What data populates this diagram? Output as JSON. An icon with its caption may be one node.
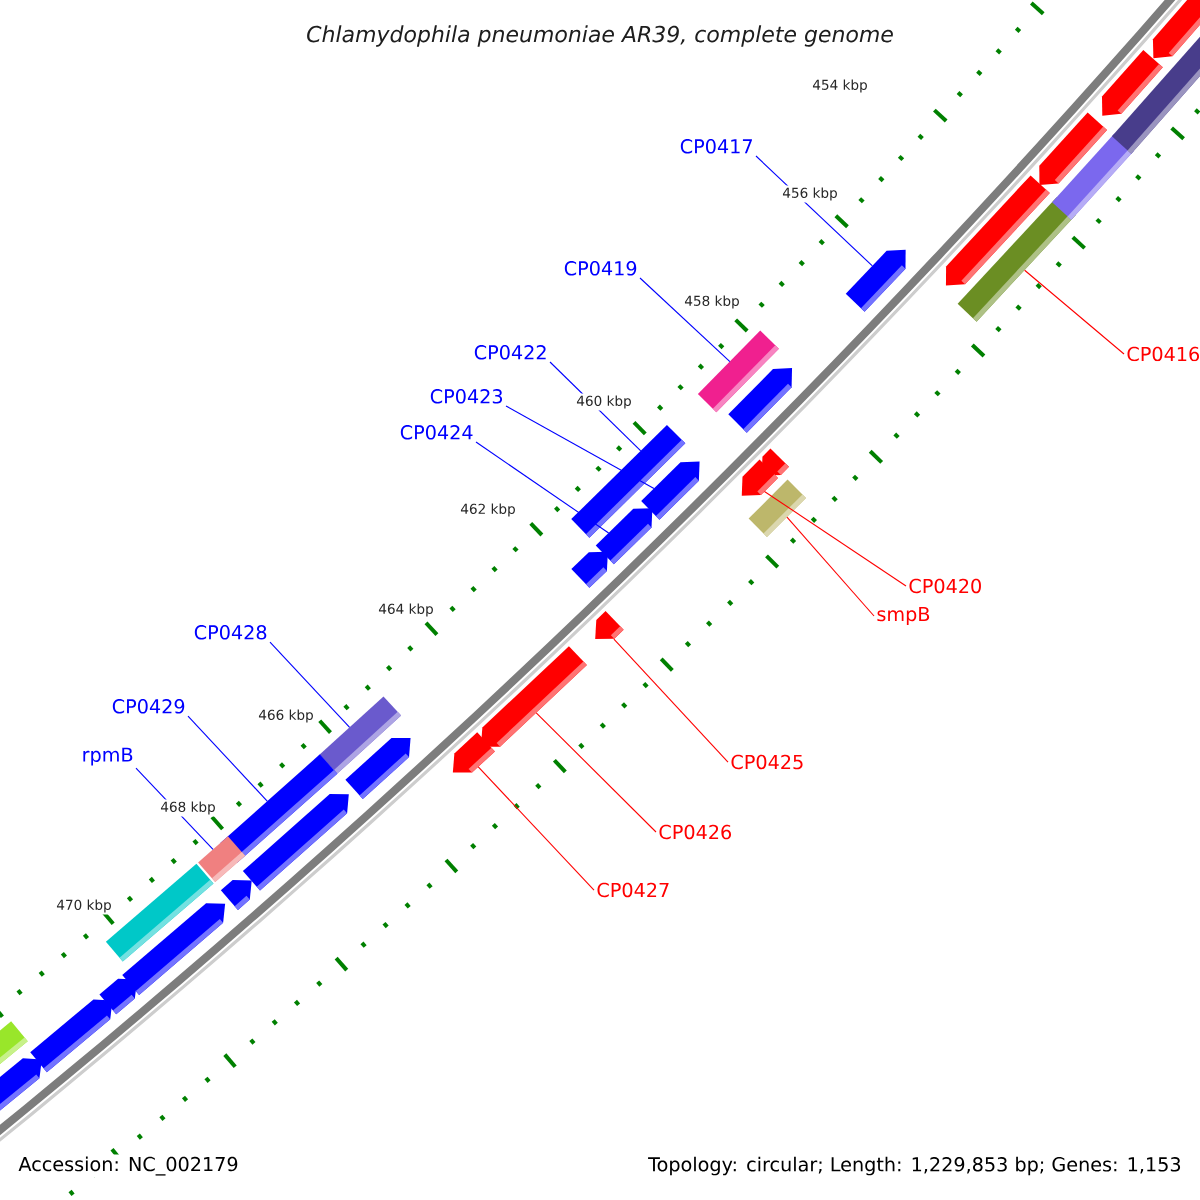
{
  "diagram": {
    "title": "Chlamydophila pneumoniae AR39, complete genome",
    "nodes": [
      {
        "text": [
          "CP0417"
        ]
      },
      {
        "text": [
          "CP0419"
        ]
      },
      {
        "text": [
          "CP0416"
        ]
      },
      {
        "text": [
          "CP0422"
        ]
      },
      {
        "text": [
          "CP0423"
        ]
      },
      {
        "text": [
          "CP0424"
        ]
      },
      {
        "text": [
          "CP0420"
        ]
      },
      {
        "text": [
          "smpB"
        ]
      },
      {
        "text": [
          "CP0428"
        ]
      },
      {
        "text": [
          "CP0429"
        ]
      },
      {
        "text": [
          "CP0425"
        ]
      },
      {
        "text": [
          "rpmB"
        ]
      },
      {
        "text": [
          "CP0426"
        ]
      },
      {
        "text": [
          "CP0427"
        ]
      },
      {
        "text": [],
        "shape": "box"
      },
      {
        "text": [],
        "shape": "arrow"
      },
      {
        "text": [],
        "shape": "box"
      },
      {
        "text": [],
        "shape": "arrow"
      },
      {
        "text": [],
        "shape": "arrow"
      },
      {
        "text": [],
        "shape": "box"
      },
      {
        "text": [],
        "shape": "box"
      },
      {
        "text": [],
        "shape": "arrow"
      },
      {
        "text": [],
        "shape": "arrow"
      },
      {
        "text": [],
        "shape": "arrow"
      },
      {
        "text": [],
        "shape": "box"
      },
      {
        "text": [],
        "shape": "arrow"
      },
      {
        "text": [],
        "shape": "box"
      },
      {
        "text": [],
        "shape": "box"
      }
    ],
    "edges": [
      {
        "from": 0,
        "to": 15,
        "arrow": "none"
      },
      {
        "from": 1,
        "to": 16,
        "arrow": "none"
      },
      {
        "from": 2,
        "to": 14,
        "arrow": "none",
        "color": "#ff0000"
      },
      {
        "from": 3,
        "to": 19,
        "arrow": "none"
      },
      {
        "from": 4,
        "to": 18,
        "arrow": "none"
      },
      {
        "from": 5,
        "to": 21,
        "arrow": "none"
      },
      {
        "from": 6,
        "to": 17,
        "arrow": "none",
        "color": "#ff0000"
      },
      {
        "from": 7,
        "to": 20,
        "arrow": "none",
        "color": "#ff0000"
      },
      {
        "from": 8,
        "to": 24,
        "arrow": "none"
      },
      {
        "from": 9,
        "to": 26,
        "arrow": "none"
      },
      {
        "from": 10,
        "to": 22,
        "arrow": "none",
        "color": "#ff0000"
      },
      {
        "from": 11,
        "to": 27,
        "arrow": "none"
      },
      {
        "from": 12,
        "to": 23,
        "arrow": "none",
        "color": "#ff0000"
      },
      {
        "from": 13,
        "to": 25,
        "arrow": "none",
        "color": "#ff0000"
      }
    ],
    "labels": [
      "454 kbp",
      "456 kbp",
      "458 kbp",
      "460 kbp",
      "462 kbp",
      "464 kbp",
      "466 kbp",
      "468 kbp",
      "470 kbp",
      "Accession: NC_002179",
      "Topology: circular; Length: 1,229,853 bp; Genes: 1,153"
    ]
  }
}
